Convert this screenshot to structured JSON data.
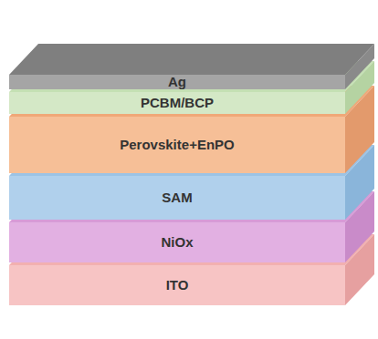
{
  "diagram": {
    "nodes": [
      {
        "text": [
          "Ag"
        ]
      },
      {
        "text": [
          "PCBM/BCP"
        ]
      },
      {
        "text": [
          "Perovskite+EnPO"
        ]
      },
      {
        "text": [
          "SAM"
        ]
      },
      {
        "text": [
          "NiOx"
        ]
      },
      {
        "text": [
          "ITO"
        ]
      }
    ]
  }
}
